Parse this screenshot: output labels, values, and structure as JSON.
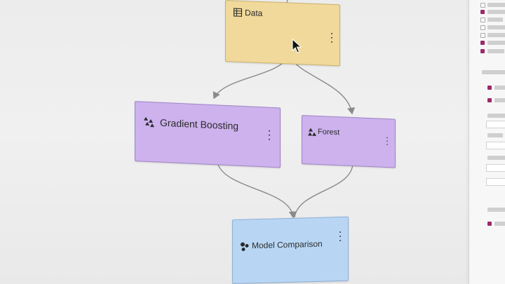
{
  "canvas": {
    "nodes": {
      "data": {
        "label": "Data",
        "icon": "table-icon",
        "color": "#f0d99b"
      },
      "gradient_boosting": {
        "label": "Gradient Boosting",
        "icon": "gradient-boosting-icon",
        "color": "#cdb2ee"
      },
      "forest": {
        "label": "Forest",
        "icon": "tree-icon",
        "color": "#cdb2ee"
      },
      "model_comparison": {
        "label": "Model Comparison",
        "icon": "model-comparison-icon",
        "color": "#b8d6f4"
      }
    },
    "edge_color": "#8a8a8a"
  },
  "panel": {
    "accent": "#9b2a6a"
  }
}
